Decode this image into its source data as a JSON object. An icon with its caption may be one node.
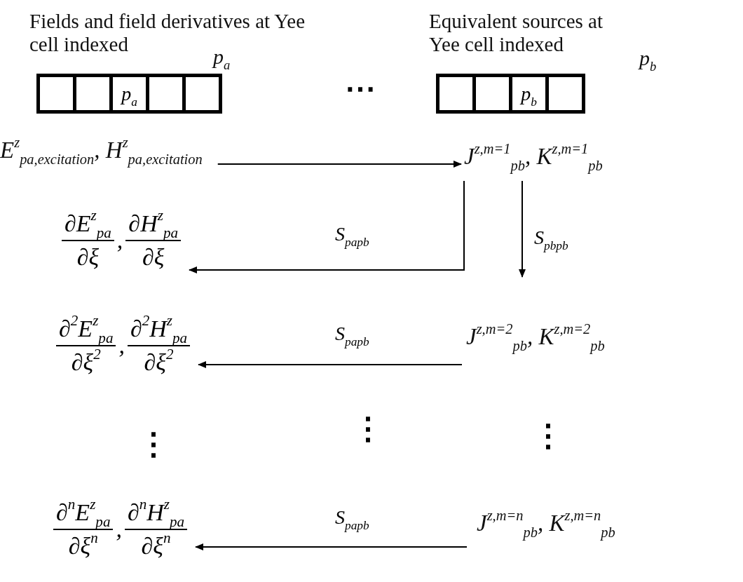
{
  "diagram": {
    "nodes": [
      {
        "text": [
          "Fields and field derivatives at Yee cell indexed",
          "p$_{a}$"
        ]
      },
      {
        "text": [],
        "shape": "box",
        "in": 0
      },
      {
        "text": [],
        "shape": "box",
        "in": 0
      },
      {
        "text": [
          "p$_{a}$"
        ],
        "in": 0
      },
      {
        "text": [],
        "shape": "box",
        "in": 0
      },
      {
        "text": [],
        "shape": "box",
        "in": 0
      },
      {
        "text": [
          "Equivalent sources at Yee cell indexed",
          "p$_{b}$"
        ]
      },
      {
        "text": [],
        "shape": "box",
        "in": 6
      },
      {
        "text": [],
        "shape": "box",
        "in": 6
      },
      {
        "text": [
          "p$_{b}$"
        ],
        "in": 6
      },
      {
        "text": [],
        "shape": "box",
        "in": 6
      },
      {
        "text": [
          "E$^{z}$$_{pa,excitation}$, H$^{z}$$_{pa,excitation}$"
        ]
      },
      {
        "text": [
          "J$^{z,m=1}$$_{pb}$, K$^{z,m=1}$$_{pb}$"
        ]
      },
      {
        "text": [
          "∂E$^{z}$$_{pa}$",
          "∂ξ",
          ",",
          "∂H$^{z}$$_{pa}$",
          "∂ξ"
        ]
      },
      {
        "text": [
          "∂$^{2}$E$^{z}$$_{pa}$",
          "∂ξ$^{2}$",
          ",",
          "∂$^{2}$H$^{z}$$_{pa}$",
          "∂ξ$^{2}$"
        ]
      },
      {
        "text": [
          "J$^{z,m=2}$$_{pb}$, K$^{z,m=2}$$_{pb}$"
        ]
      },
      {
        "text": [
          "∂$^{n}$E$^{z}$$_{pa}$",
          "∂ξ$^{n}$",
          ",",
          "∂$^{n}$H$^{z}$$_{pa}$",
          "∂ξ$^{n}$"
        ]
      },
      {
        "text": [
          "J$^{z,m=n}$$_{pb}$, K$^{z,m=n}$$_{pb}$"
        ]
      }
    ],
    "edges": [
      {
        "from": 11,
        "to": 12,
        "arrow": "to"
      },
      {
        "from": 12,
        "to": 13,
        "arrow": "to",
        "label": "S$_{papb}$"
      },
      {
        "from": 12,
        "to": null,
        "arrow": "to",
        "label": "S$_{pbpb}$"
      },
      {
        "from": 15,
        "to": 14,
        "arrow": "to",
        "label": "S$_{papb}$"
      },
      {
        "from": 17,
        "to": 16,
        "arrow": "to",
        "label": "S$_{papb}$"
      }
    ],
    "labels": [
      "⋯",
      "⋮",
      "⋮",
      "⋮"
    ]
  }
}
